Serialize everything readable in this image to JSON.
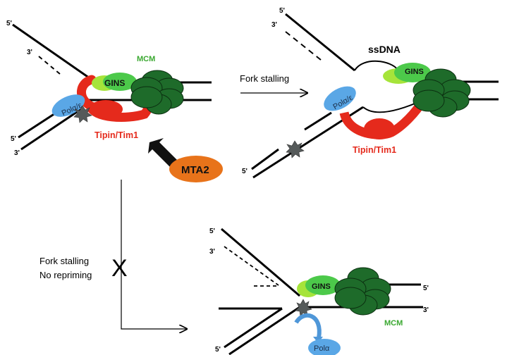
{
  "panels": {
    "normal": {
      "end_labels": [
        "5'",
        "3'",
        "5'",
        "3'"
      ],
      "mcm": "MCM",
      "gins": "GINS",
      "pol": "Polα/ε",
      "tipin": "Tipin/Tim1"
    },
    "stalled_with_mta2": {
      "end_labels": [
        "5'",
        "3'",
        "5'"
      ],
      "ssdna": "ssDNA",
      "gins": "GINS",
      "pol": "Polα/ε",
      "tipin": "Tipin/Tim1"
    },
    "stalled_no_repriming": {
      "end_labels": [
        "5'",
        "3'",
        "5'",
        "3'",
        "5'"
      ],
      "gins": "GINS",
      "mcm": "MCM",
      "pol": "Polα"
    }
  },
  "arrows": {
    "fork_stalling": "Fork stalling",
    "no_repriming_line1": "Fork stalling",
    "no_repriming_line2": "No repriming",
    "blocked_mark": "X"
  },
  "factor": {
    "label": "MTA2"
  },
  "colors": {
    "mcm": "#1e6b2a",
    "gins_light": "#a6e43a",
    "gins_dark": "#4cc94a",
    "tipin": "#e52a1c",
    "pol": "#5aa7e6",
    "mta2": "#e8731a",
    "lesion": "#555a5a",
    "mcm_text": "#3aa830"
  }
}
